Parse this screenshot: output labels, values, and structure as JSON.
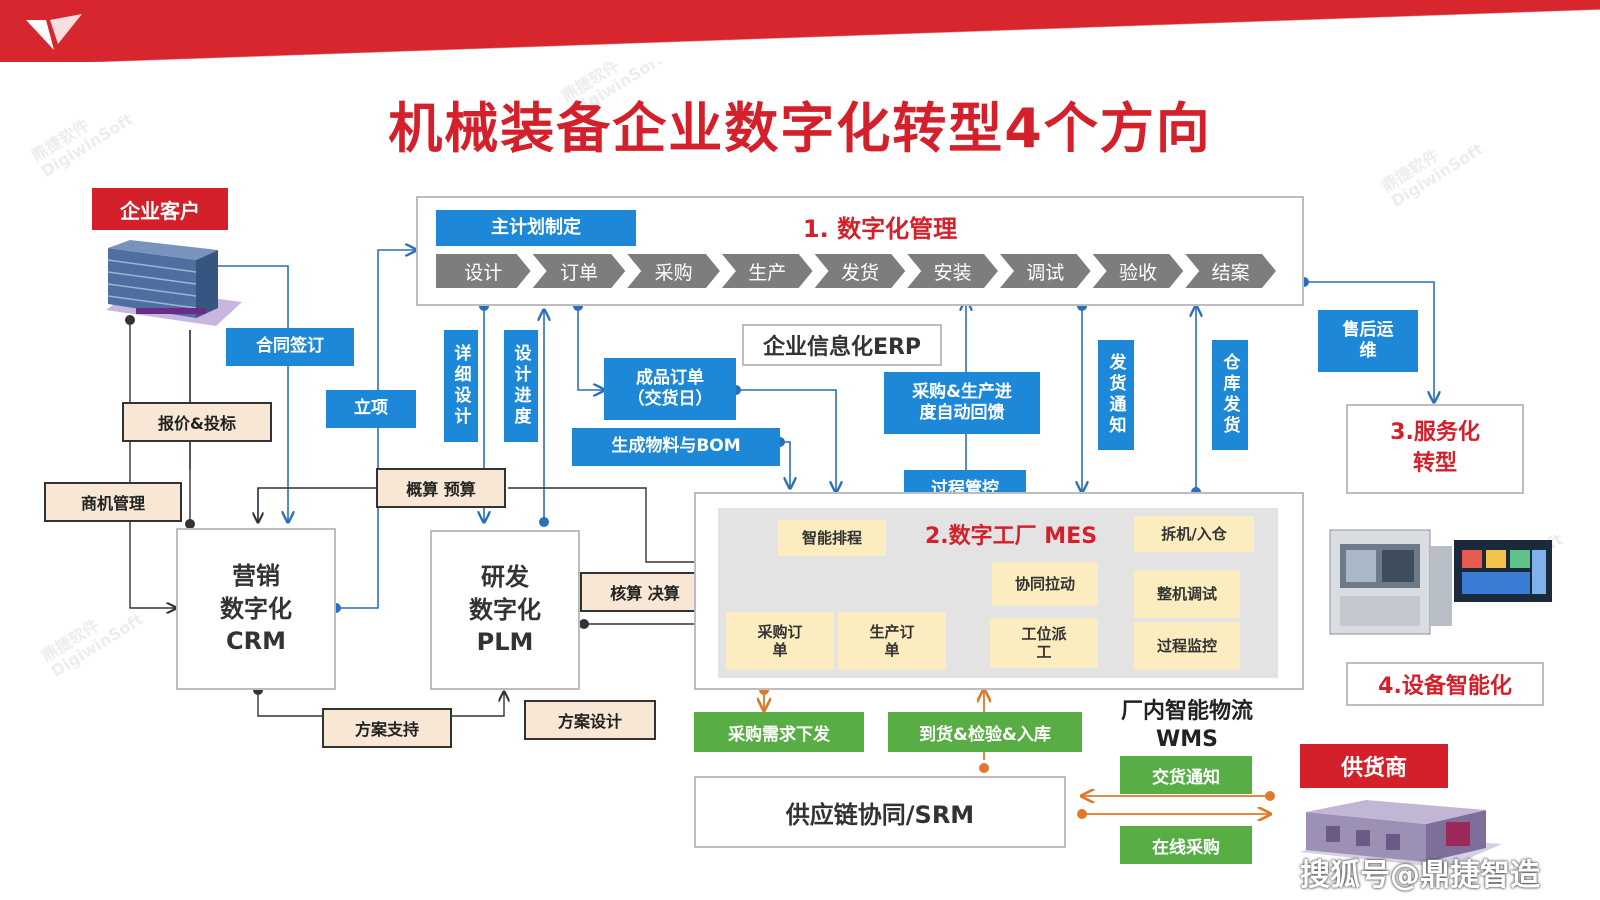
{
  "title": "机械装备企业数字化转型4个方向",
  "customer_label": "企业客户",
  "section1": {
    "title": "1. 数字化管理",
    "master_plan": "主计划制定",
    "steps": [
      "设计",
      "订单",
      "采购",
      "生产",
      "发货",
      "安装",
      "调试",
      "验收",
      "结案"
    ]
  },
  "erp_label": "企业信息化ERP",
  "left_labels": {
    "contract": "合同签订",
    "project": "立项",
    "quote": "报价&投标",
    "opportunity": "商机管理",
    "budget": "概算 预算",
    "accounting": "核算  决算",
    "solution_support": "方案支持",
    "solution_design": "方案设计"
  },
  "vertical_labels": {
    "detail_design": "详细设计",
    "design_progress": "设计进度",
    "delivery_notice": "发货通知",
    "warehouse_delivery": "仓库发货"
  },
  "middle_labels": {
    "product_order_line1": "成品订单",
    "product_order_line2": "（交货日）",
    "bom": "生成物料与BOM",
    "feedback_line1": "采购&生产进",
    "feedback_line2": "度自动回馈",
    "process_control": "过程管控"
  },
  "crm": {
    "line1": "营销",
    "line2": "数字化",
    "line3": "CRM"
  },
  "plm": {
    "line1": "研发",
    "line2": "数字化",
    "line3": "PLM"
  },
  "mes": {
    "title": "2.数字工厂 MES",
    "scheduling": "智能排程",
    "dismantle": "拆机/入仓",
    "collab_pull": "协同拉动",
    "debug": "整机调试",
    "purchase_order": "采购订单",
    "production_order": "生产订单",
    "dispatch": "工位派工",
    "monitoring": "过程监控"
  },
  "after_sales": "售后运维",
  "service": {
    "line1": "3.服务化",
    "line2": "转型"
  },
  "equipment": "4.设备智能化",
  "green_labels": {
    "purchase_demand": "采购需求下发",
    "arrival": "到货&检验&入库",
    "delivery_notice": "交货通知",
    "online_purchase": "在线采购"
  },
  "wms": {
    "line1": "厂内智能物流",
    "line2": "WMS"
  },
  "srm": "供应链协同/SRM",
  "supplier": "供货商",
  "footer": "搜狐号@鼎捷智造",
  "watermark": {
    "line1": "鼎捷软件",
    "line2": "DigiwinSoft"
  }
}
